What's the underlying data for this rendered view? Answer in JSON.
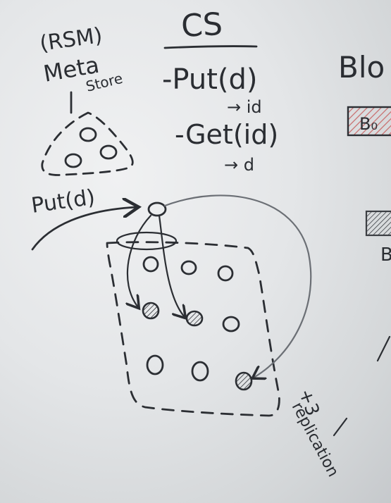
{
  "texts": {
    "rsm": "(RSM)",
    "meta": "Meta",
    "store": "Store",
    "cs": "CS",
    "put": "-Put(d)",
    "arrow_id": "→ id",
    "get": "-Get(id)",
    "arrow_d": "→ d",
    "blo": "Blo",
    "b0": "B₀",
    "b_partial": "B",
    "put_input": "Put(d)",
    "plus3": "+3",
    "replication": "replication"
  },
  "colors": {
    "ink": "#2b2e33",
    "board": "#e9ebec",
    "red_hatch": "#d98f8f"
  }
}
